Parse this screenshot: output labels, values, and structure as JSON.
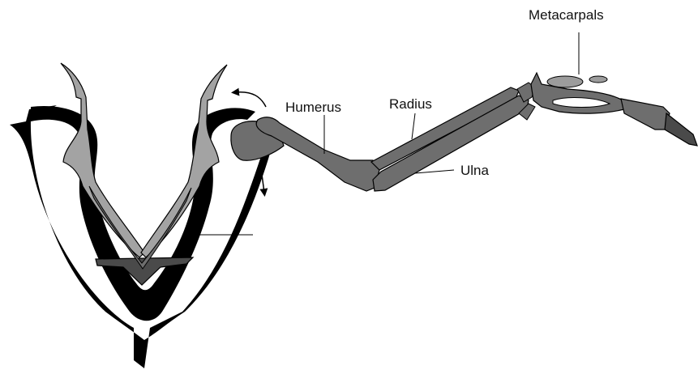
{
  "labels": {
    "metacarpals": "Metacarpals",
    "humerus": "Humerus",
    "radius": "Radius",
    "ulna": "Ulna"
  },
  "colors": {
    "outer_bone": "#000000",
    "inner_bone": "#9c9c9c",
    "mid_bone": "#6e6e6e",
    "dark_bone": "#4a4a4a",
    "outline": "#000000",
    "label": "#111111"
  },
  "icons": [
    "rotation-arrow-icon",
    "down-arrow-icon"
  ]
}
